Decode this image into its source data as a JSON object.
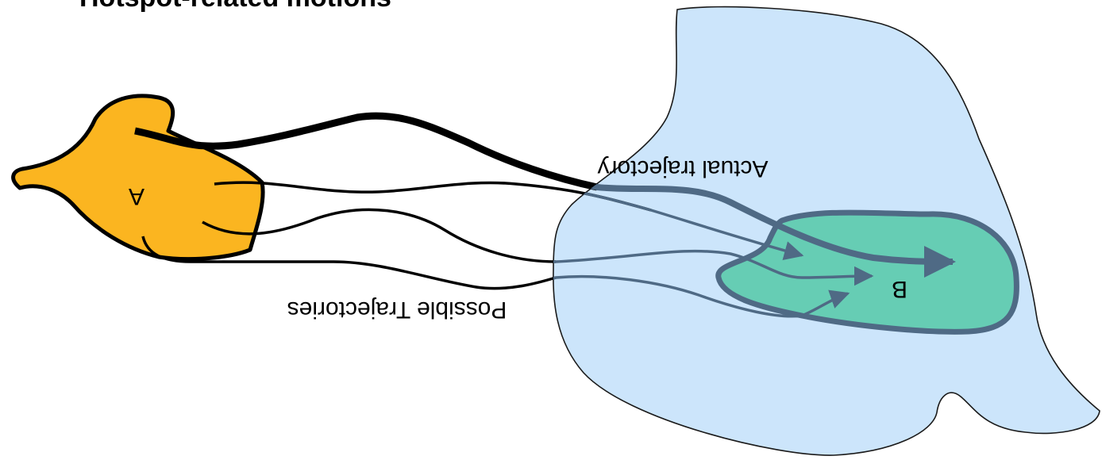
{
  "header": {
    "cut_off_title": "Hotspot-related motions"
  },
  "diagram": {
    "region_a": {
      "label": "A",
      "fill": "#fbb520"
    },
    "region_b": {
      "label": "B",
      "fill": "#66cdb4"
    },
    "basin": {
      "fill": "#cce5fb"
    },
    "actual_trajectory_label": "Actual trajectory",
    "possible_trajectories_label": "Possible Trajectories",
    "colors": {
      "outside_stroke": "#000000",
      "inside_stroke": "#4f6a85"
    }
  }
}
